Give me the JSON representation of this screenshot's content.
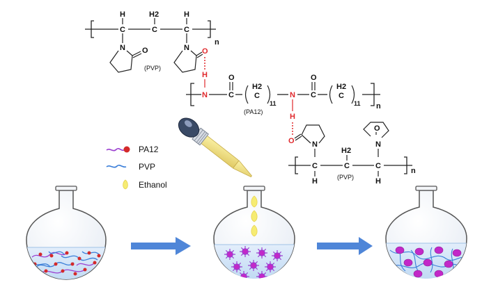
{
  "colors": {
    "hbond_red": "#e0282c",
    "arrow_blue": "#4f86d8",
    "liquid_blue": "#cfe3f7",
    "pa12_purple": "#9b3fd0",
    "pa12_red": "#d42a2a",
    "pvp_blue": "#3a7ed8",
    "ethanol_yellow": "#f6ec73",
    "particle_magenta": "#c228c8"
  },
  "icons": [
    "pipette-icon",
    "flask-icon",
    "arrow-right-icon",
    "ethanol-drop-icon",
    "pa12-chain-icon",
    "pvp-chain-icon"
  ],
  "chem": {
    "pvp_top_label": "(PVP)",
    "pvp_bottom_label": "(PVP)",
    "pa12_label": "(PA12)",
    "subscript_n": "n",
    "subscript_11": "11",
    "atom_H": "H",
    "atom_C": "C",
    "atom_N": "N",
    "atom_O": "O",
    "h2": "H2"
  },
  "legend": {
    "items": [
      {
        "key": "pa12",
        "label": "PA12"
      },
      {
        "key": "pvp",
        "label": "PVP"
      },
      {
        "key": "ethanol",
        "label": "Ethanol"
      }
    ]
  }
}
